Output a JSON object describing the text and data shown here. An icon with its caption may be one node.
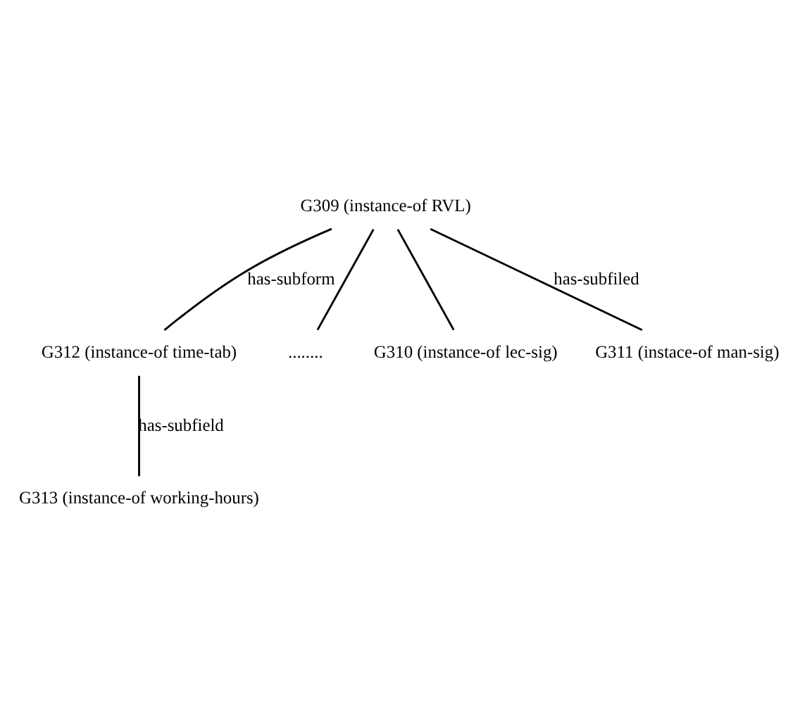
{
  "diagram": {
    "nodes": [
      {
        "text": [
          "G309 (instance-of RVL)"
        ]
      },
      {
        "text": [
          "G310 (instance-of lec-sig)"
        ]
      },
      {
        "text": [
          "G311 (instace-of man-sig)"
        ]
      },
      {
        "text": [
          "........"
        ]
      },
      {
        "text": [
          "G312 (instance-of time-tab)"
        ]
      },
      {
        "text": [
          "G313 (instance-of working-hours)"
        ]
      }
    ],
    "edges": [
      {
        "from": 0,
        "to": 4,
        "arrow": "none",
        "label": "has-subform"
      },
      {
        "from": 0,
        "to": 3,
        "arrow": "none"
      },
      {
        "from": 0,
        "to": 1,
        "arrow": "none"
      },
      {
        "from": 0,
        "to": 2,
        "arrow": "none",
        "label": "has-subfiled"
      },
      {
        "from": 4,
        "to": 5,
        "arrow": "none",
        "label": "has-subfield"
      }
    ]
  }
}
